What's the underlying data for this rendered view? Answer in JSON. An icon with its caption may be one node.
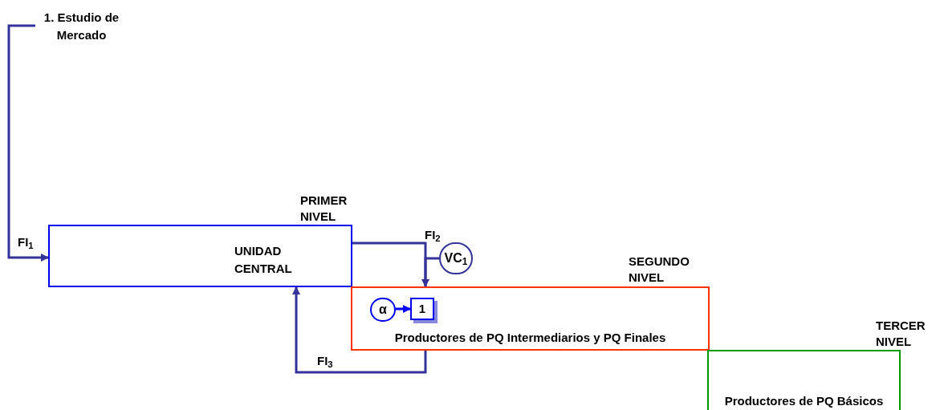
{
  "diagram": {
    "nodes": [
      {
        "text": [
          "1. Estudio de Mercado"
        ]
      },
      {
        "text": [
          "PRIMER NIVEL",
          "UNIDAD CENTRAL"
        ]
      },
      {
        "text": [
          "SEGUNDO NIVEL",
          "Productores de PQ Intermediarios y PQ Finales"
        ]
      },
      {
        "text": [
          "VC$_{1}$"
        ]
      },
      {
        "text": [
          "α"
        ],
        "in": 2
      },
      {
        "text": [
          "1"
        ],
        "in": 2
      },
      {
        "text": [
          "TERCER NIVEL",
          "Productores de PQ Básicos"
        ]
      }
    ],
    "edges": [
      {
        "from": 0,
        "to": 1,
        "arrow": "to",
        "label": "FI$_{1}$"
      },
      {
        "from": 1,
        "to": 2,
        "arrow": "to",
        "label": "FI$_{2}$"
      },
      {
        "from": 2,
        "to": 1,
        "arrow": "to",
        "label": "FI$_{3}$"
      },
      {
        "from": 3,
        "to": 2,
        "arrow": "none"
      },
      {
        "from": 4,
        "to": 5,
        "arrow": "to",
        "color": "#0000ff"
      }
    ]
  }
}
